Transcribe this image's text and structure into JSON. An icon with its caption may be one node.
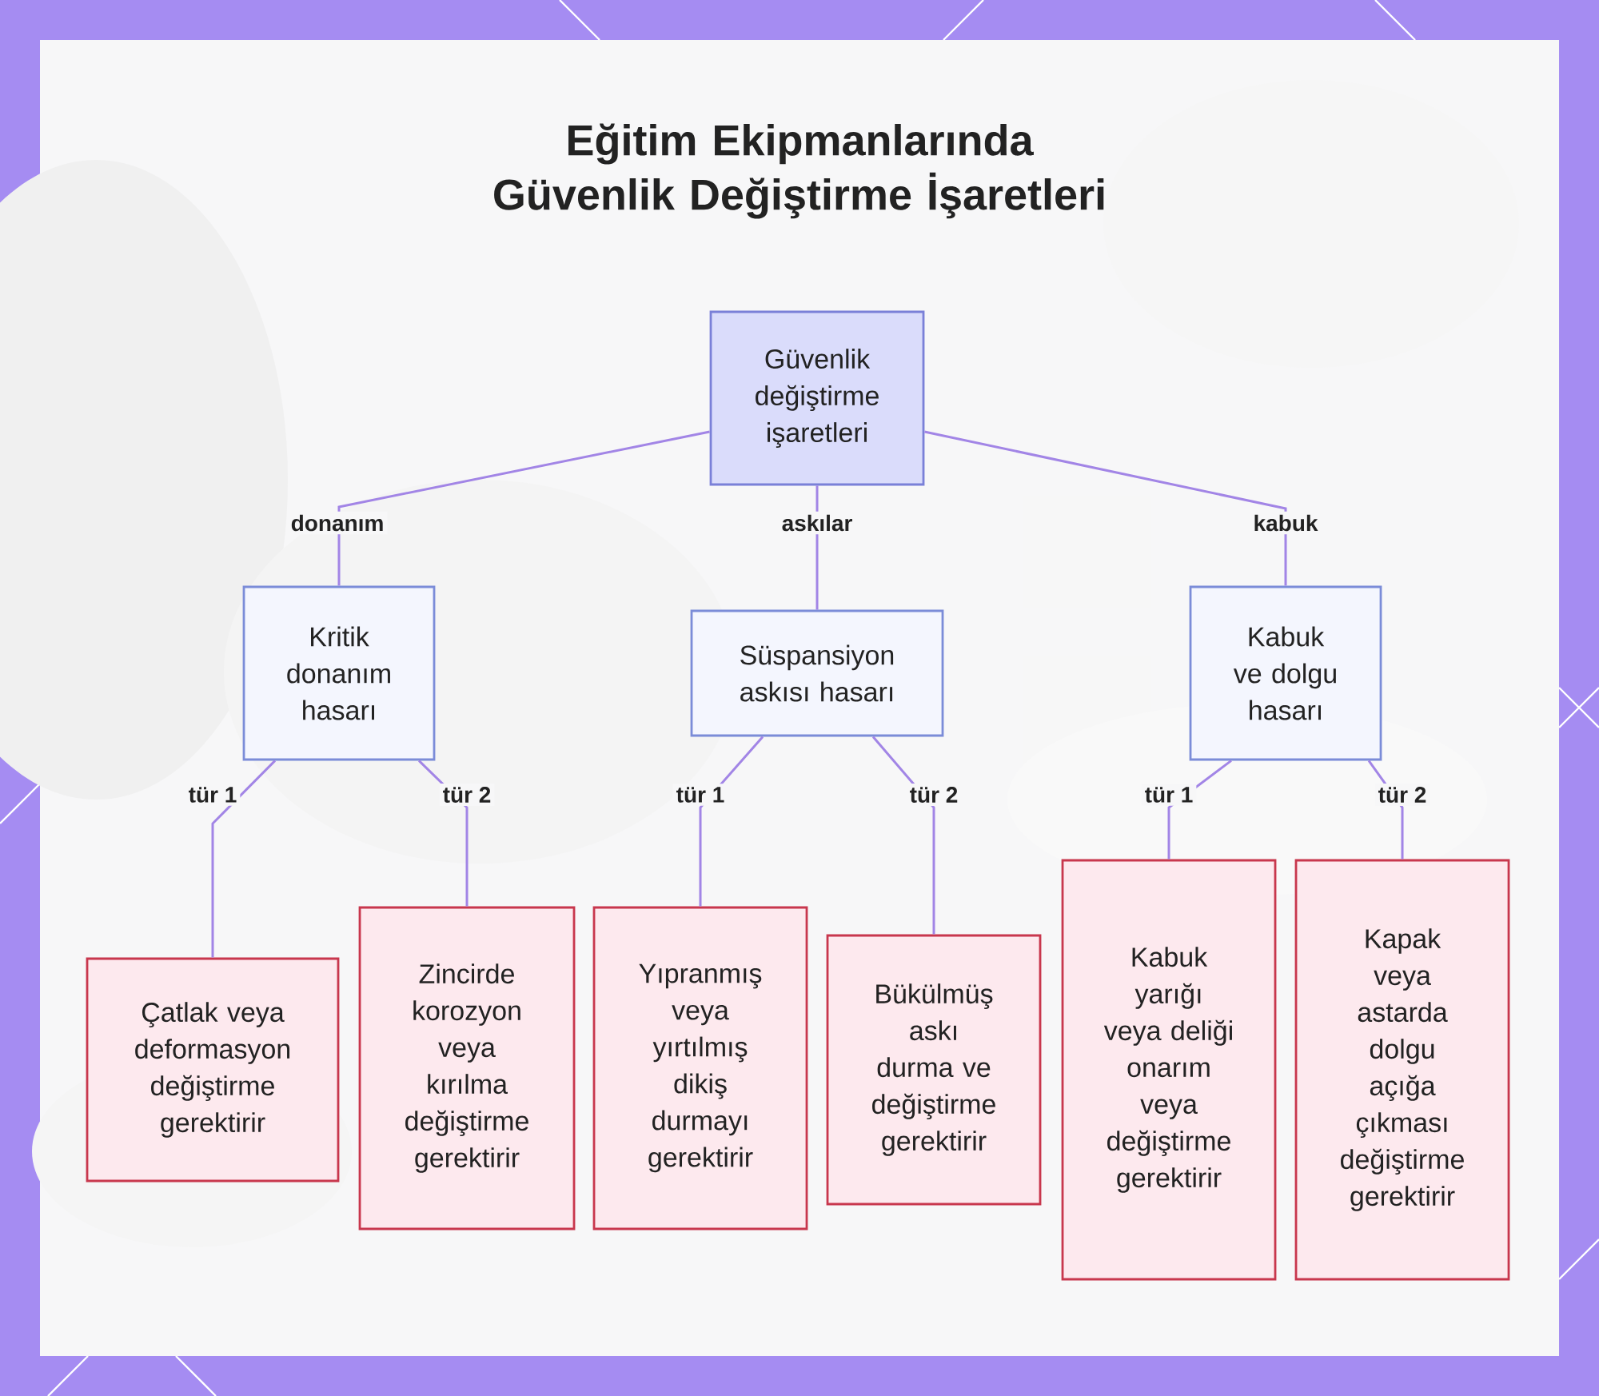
{
  "diagram": {
    "title": "Eğitim Ekipmanlarında Güvenlik Değiştirme İşaretleri",
    "nodes": [
      {
        "text": [
          "Güvenlik değiştirme işaretleri"
        ]
      },
      {
        "text": [
          "Kritik donanım hasarı"
        ]
      },
      {
        "text": [
          "Süspansiyon askısı hasarı"
        ]
      },
      {
        "text": [
          "Kabuk ve dolgu hasarı"
        ]
      },
      {
        "text": [
          "Çatlak veya deformasyon değiştirme gerektirir"
        ]
      },
      {
        "text": [
          "Zincirde korozyon veya kırılma değiştirme gerektirir"
        ]
      },
      {
        "text": [
          "Yıpranmış veya yırtılmış dikiş durmayı gerektirir"
        ]
      },
      {
        "text": [
          "Bükülmüş askı durma ve değiştirme gerektirir"
        ]
      },
      {
        "text": [
          "Kabuk yarığı veya deliği onarım veya değiştirme gerektirir"
        ]
      },
      {
        "text": [
          "Kapak veya astarda dolgu açığa çıkması değiştirme gerektirir"
        ]
      }
    ],
    "edges": [
      {
        "from": 0,
        "to": 1,
        "arrow": "none",
        "label": "donanım"
      },
      {
        "from": 0,
        "to": 2,
        "arrow": "none",
        "label": "askılar"
      },
      {
        "from": 0,
        "to": 3,
        "arrow": "none",
        "label": "kabuk"
      },
      {
        "from": 1,
        "to": 4,
        "arrow": "none",
        "label": "tür 1"
      },
      {
        "from": 1,
        "to": 5,
        "arrow": "none",
        "label": "tür 2"
      },
      {
        "from": 2,
        "to": 6,
        "arrow": "none",
        "label": "tür 1"
      },
      {
        "from": 2,
        "to": 7,
        "arrow": "none",
        "label": "tür 2"
      },
      {
        "from": 3,
        "to": 8,
        "arrow": "none",
        "label": "tür 1"
      },
      {
        "from": 3,
        "to": 9,
        "arrow": "none",
        "label": "tür 2"
      }
    ]
  }
}
